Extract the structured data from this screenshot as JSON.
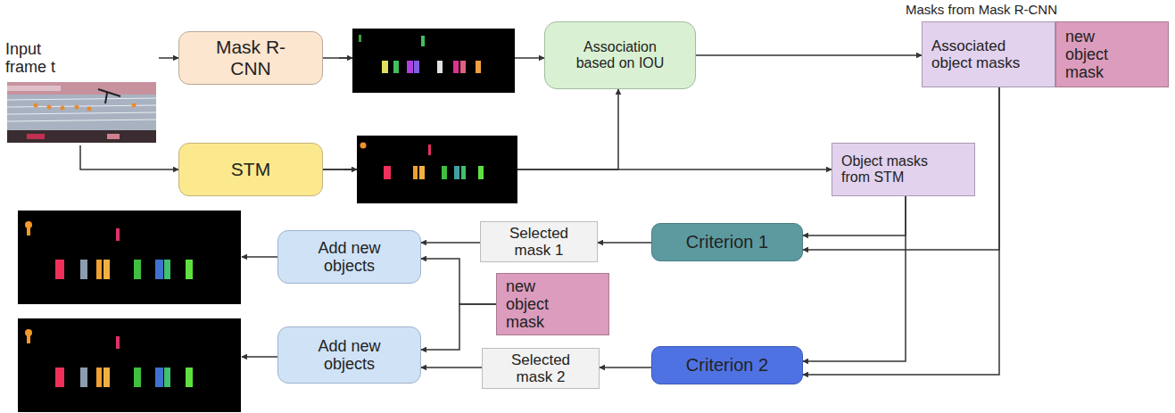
{
  "diagram": {
    "nodes": [
      {
        "text": [
          "Input frame t"
        ]
      },
      {
        "text": [
          "Mask R-CNN"
        ]
      },
      {
        "text": [
          "Association based on IOU"
        ]
      },
      {
        "text": [
          "Masks from Mask R-CNN"
        ]
      },
      {
        "text": [
          "Associated object masks"
        ],
        "in": 3
      },
      {
        "text": [
          "new object mask"
        ],
        "in": 3
      },
      {
        "text": [
          "STM"
        ]
      },
      {
        "text": [
          "Object masks from STM"
        ]
      },
      {
        "text": [
          "Selected mask 1"
        ]
      },
      {
        "text": [
          "Criterion 1"
        ]
      },
      {
        "text": [
          "Add new objects"
        ]
      },
      {
        "text": [
          "new object mask"
        ]
      },
      {
        "text": [
          "Add new objects"
        ]
      },
      {
        "text": [
          "Selected mask 2"
        ]
      },
      {
        "text": [
          "Criterion 2"
        ]
      }
    ],
    "edges": [
      {
        "from": 0,
        "to": 1,
        "arrow": "to"
      },
      {
        "from": 0,
        "to": 6,
        "arrow": "to"
      },
      {
        "from": 1,
        "to": 2,
        "arrow": "to"
      },
      {
        "from": 6,
        "to": 2,
        "arrow": "to"
      },
      {
        "from": 6,
        "to": 7,
        "arrow": "to"
      },
      {
        "from": 2,
        "to": 4,
        "arrow": "to"
      },
      {
        "from": 4,
        "to": 9,
        "arrow": "to"
      },
      {
        "from": 4,
        "to": 14,
        "arrow": "to"
      },
      {
        "from": 7,
        "to": 9,
        "arrow": "to"
      },
      {
        "from": 7,
        "to": 14,
        "arrow": "to"
      },
      {
        "from": 9,
        "to": 8,
        "arrow": "to"
      },
      {
        "from": 8,
        "to": 10,
        "arrow": "to"
      },
      {
        "from": 14,
        "to": 13,
        "arrow": "to"
      },
      {
        "from": 13,
        "to": 12,
        "arrow": "to"
      },
      {
        "from": 11,
        "to": 10,
        "arrow": "to"
      },
      {
        "from": 11,
        "to": 12,
        "arrow": "to"
      }
    ]
  }
}
